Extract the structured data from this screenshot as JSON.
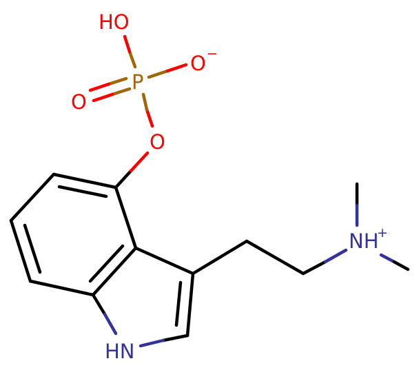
{
  "diagram": {
    "type": "chemical-structure",
    "molecule": "psilocybin (zwitterion)",
    "colors": {
      "carbon_bond": "#000000",
      "oxygen": "#ff0000",
      "nitrogen": "#33339a",
      "phosphorus": "#a0680a"
    },
    "atoms": {
      "hydroxyl": "HO",
      "phosphorus": "P",
      "oxide_anion": "O",
      "oxide_anion_charge": "−",
      "double_bond_oxygen": "O",
      "ester_oxygen": "O",
      "indole_nh": "HN",
      "ammonium": "NH",
      "ammonium_charge": "+"
    }
  }
}
